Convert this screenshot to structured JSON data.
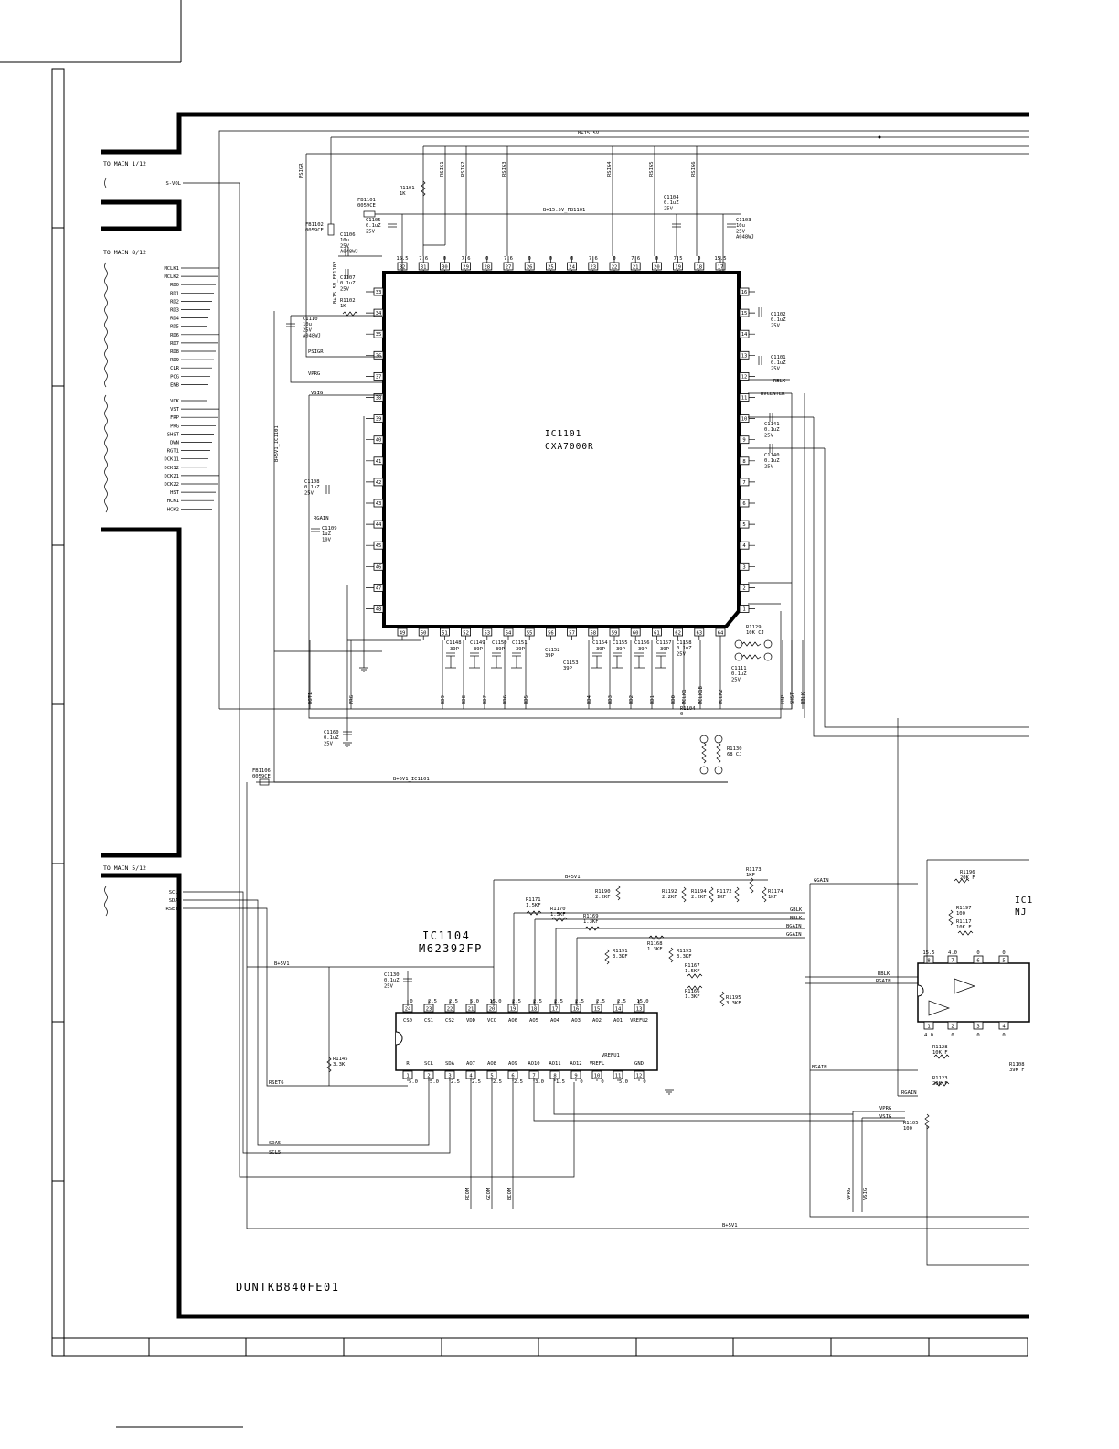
{
  "colors": {
    "ink": "#000000",
    "paper": "#ffffff"
  },
  "connectors": [
    {
      "title": "TO MAIN 1/12",
      "signals": [
        "S-VOL"
      ]
    },
    {
      "title": "TO MAIN 8/12",
      "signals": [
        "MCLK1",
        "MCLK2",
        "RD0",
        "RD1",
        "RD2",
        "RD3",
        "RD4",
        "RD5",
        "RD6",
        "RD7",
        "RD8",
        "RD9",
        "CLR",
        "PCG",
        "ENB",
        "VCK",
        "VST",
        "FRP",
        "PRG",
        "SHST",
        "DWN",
        "RGT1",
        "DCK11",
        "DCK12",
        "DCK21",
        "DCK22",
        "HST",
        "HCK1",
        "HCK2"
      ]
    },
    {
      "title": "TO MAIN 5/12",
      "signals": [
        "SCL5",
        "SDA5",
        "RSET6"
      ]
    }
  ],
  "ic1101": {
    "ref": "IC1101",
    "part": "CXA7000R",
    "pins_top": [
      "32",
      "31",
      "30",
      "29",
      "28",
      "27",
      "26",
      "25",
      "24",
      "23",
      "22",
      "21",
      "20",
      "19",
      "18",
      "17"
    ],
    "pins_right": [
      "16",
      "15",
      "14",
      "13",
      "12",
      "11",
      "10",
      "9",
      "8",
      "7",
      "6",
      "5",
      "4",
      "3",
      "2",
      "1"
    ],
    "pins_left": [
      "33",
      "34",
      "35",
      "36",
      "37",
      "38",
      "39",
      "40",
      "41",
      "42",
      "43",
      "44",
      "45",
      "46",
      "47",
      "48"
    ],
    "pins_bottom": [
      "49",
      "50",
      "51",
      "52",
      "53",
      "54",
      "55",
      "56",
      "57",
      "58",
      "59",
      "60",
      "61",
      "62",
      "63",
      "64"
    ],
    "voltages_top": [
      "15.5",
      "7.6",
      "0",
      "7.6",
      "0",
      "7.6",
      "0",
      "0",
      "0",
      "7.6",
      "0",
      "7.6",
      "0",
      "7.5",
      "0",
      "15.5"
    ]
  },
  "ic1104": {
    "ref": "IC1104",
    "part": "M62392FP",
    "pins_top": [
      "24",
      "23",
      "22",
      "21",
      "20",
      "19",
      "18",
      "17",
      "16",
      "15",
      "14",
      "13"
    ],
    "pins_bottom": [
      "1",
      "2",
      "3",
      "4",
      "5",
      "6",
      "7",
      "8",
      "9",
      "10",
      "11",
      "12"
    ],
    "names_top": [
      "CS0",
      "CS1",
      "CS2",
      "VDD",
      "VCC",
      "AO6",
      "AO5",
      "AO4",
      "AO3",
      "AO2",
      "AO1",
      "VREFU2"
    ],
    "names_bottom": [
      "R",
      "SCL",
      "SDA",
      "AO7",
      "AO8",
      "AO9",
      "AO10",
      "AO11",
      "AO12",
      "VREFL",
      "",
      "GND"
    ],
    "inner_label": "VREFU1",
    "voltages_top": [
      "0",
      "2.5",
      "2.5",
      "5.0",
      "15.0",
      "2.5",
      "2.5",
      "2.5",
      "2.5",
      "2.5",
      "2.5",
      "15.0"
    ],
    "voltages_bottom": [
      "5.0",
      "5.0",
      "2.5",
      "2.5",
      "2.5",
      "2.5",
      "3.0",
      "1.5",
      "0",
      "0",
      "5.0",
      "0"
    ]
  },
  "opamp": {
    "pins_top": [
      "8",
      "7",
      "6",
      "5"
    ],
    "pins_bottom": [
      "1",
      "2",
      "3",
      "4"
    ],
    "voltages_top": [
      "15.5",
      "4.0",
      "0",
      "0"
    ],
    "voltages_bottom": [
      "4.0",
      "0",
      "0",
      "0"
    ],
    "partial_ref": "IC1",
    "partial_part": "NJ"
  },
  "nets": {
    "b155": "B+15.5V",
    "b155_fb": "B+15.5V_FB1101",
    "b155_fb_v": "B+15.5V_FB1102",
    "b5v1": "B+5V1",
    "b5v1_ic": "B+5V1_IC1101",
    "b5v1_ic_v": "B+5V1_IC1101",
    "psigr": "PSIGR",
    "vprg": "VPRG",
    "vsig": "VSIG",
    "bgain": "BGAIN",
    "ggain": "GGAIN",
    "rgain": "RGAIN",
    "gblk": "GBLK",
    "bblk": "BBLK",
    "rblk": "RBLK",
    "rvcenter": "RVCENTER",
    "sda5": "SDA5",
    "scl5": "SCL5",
    "rset6": "RSET6",
    "rsig": [
      "RSIG1",
      "RSIG2",
      "RSIG3",
      "RSIG4",
      "RSIG5",
      "RSIG6"
    ],
    "bottom_ic1101": [
      "RGT1",
      "PRG",
      "RD9",
      "RD8",
      "RD7",
      "RD6",
      "RD5",
      "RD4",
      "RD3",
      "RD2",
      "RD1",
      "RD0",
      "MCLK1",
      "MCLK1B",
      "MCLK2",
      "FRP",
      "SHST",
      "RBLK"
    ],
    "dac_out": [
      "RCOM",
      "GCOM",
      "BCOM"
    ]
  },
  "components": [
    {
      "ref": "R1101",
      "val": "1K"
    },
    {
      "ref": "FB1101",
      "val": "0059CE"
    },
    {
      "ref": "FB1102",
      "val": "0059CE"
    },
    {
      "ref": "C1105",
      "val": "0.1uZ",
      "v": "25V"
    },
    {
      "ref": "C1106",
      "val": "10u",
      "v": "25V",
      "t": "A048WJ"
    },
    {
      "ref": "C1107",
      "val": "0.1uZ",
      "v": "25V"
    },
    {
      "ref": "R1102",
      "val": "1K"
    },
    {
      "ref": "C1110",
      "val": "10u",
      "v": "25V",
      "t": "A048WJ"
    },
    {
      "ref": "C1104",
      "val": "0.1uZ",
      "v": "25V"
    },
    {
      "ref": "C1103",
      "val": "10u",
      "v": "25V",
      "t": "A048WJ"
    },
    {
      "ref": "C1102",
      "val": "0.1uZ",
      "v": "25V"
    },
    {
      "ref": "C1101",
      "val": "0.1uZ",
      "v": "25V"
    },
    {
      "ref": "C1141",
      "val": "0.1uZ",
      "v": "25V"
    },
    {
      "ref": "C1140",
      "val": "0.1uZ",
      "v": "25V"
    },
    {
      "ref": "C1108",
      "val": "0.1uZ",
      "v": "25V"
    },
    {
      "ref": "C1109",
      "val": "1uZ",
      "v": "10V"
    },
    {
      "ref": "R1129",
      "val": "10K CJ"
    },
    {
      "ref": "C1111",
      "val": "0.1uZ",
      "v": "25V"
    },
    {
      "ref": "C1158",
      "val": "0.1uZ",
      "v": "25V"
    },
    {
      "ref": "C1152",
      "val": "39P"
    },
    {
      "ref": "C1153",
      "val": "39P"
    },
    {
      "ref": "R1104",
      "val": "0"
    },
    {
      "ref": "R1130",
      "val": "68 CJ"
    },
    {
      "ref": "C1160",
      "val": "0.1uZ",
      "v": "25V"
    },
    {
      "ref": "FB1106",
      "val": "0059CE"
    },
    {
      "ref": "C1130",
      "val": "0.1uZ",
      "v": "25V"
    },
    {
      "ref": "R1145",
      "val": "3.3K"
    },
    {
      "ref": "R1171",
      "val": "1.5KF"
    },
    {
      "ref": "R1170",
      "val": "1.5KF"
    },
    {
      "ref": "R1169",
      "val": "1.3KF"
    },
    {
      "ref": "R1190",
      "val": "2.2KF"
    },
    {
      "ref": "R1191",
      "val": "3.3KF"
    },
    {
      "ref": "R1168",
      "val": "1.3KF"
    },
    {
      "ref": "R1193",
      "val": "3.3KF"
    },
    {
      "ref": "R1167",
      "val": "1.5KF"
    },
    {
      "ref": "R1166",
      "val": "1.3KF"
    },
    {
      "ref": "R1195",
      "val": "3.3KF"
    },
    {
      "ref": "R1192",
      "val": "2.2KF"
    },
    {
      "ref": "R1194",
      "val": "2.2KF"
    },
    {
      "ref": "R1172",
      "val": "1KF"
    },
    {
      "ref": "R1173",
      "val": "1KF"
    },
    {
      "ref": "R1174",
      "val": "1KF"
    },
    {
      "ref": "R1196",
      "val": "20K F"
    },
    {
      "ref": "R1197",
      "val": "100"
    },
    {
      "ref": "R1117",
      "val": "10K F"
    },
    {
      "ref": "R1128",
      "val": "10K F"
    },
    {
      "ref": "R1123",
      "val": "20K F"
    },
    {
      "ref": "R1105",
      "val": "100"
    },
    {
      "ref": "R1108",
      "val": "39K F"
    }
  ],
  "small_caps_labels": [
    "C1148",
    "C1149",
    "C1150",
    "C1151",
    "C1154",
    "C1155",
    "C1156",
    "C1157"
  ],
  "small_caps_value": "39P",
  "drawing_number": "DUNTKB840FE01"
}
